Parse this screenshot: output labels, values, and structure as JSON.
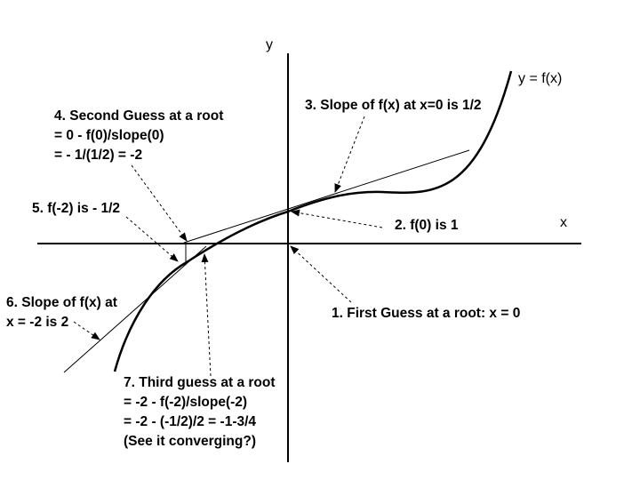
{
  "axes": {
    "x_label": "x",
    "y_label": "y",
    "curve_label": "y = f(x)"
  },
  "annotations": {
    "step1": "1. First Guess at a root:  x = 0",
    "step2": "2. f(0) is 1",
    "step3": "3. Slope of f(x) at x=0 is 1/2",
    "step4": [
      "4. Second Guess at a root",
      "= 0 - f(0)/slope(0)",
      "= - 1/(1/2) = -2"
    ],
    "step5": "5. f(-2) is - 1/2",
    "step6": [
      "6. Slope of f(x) at",
      "x = -2 is 2"
    ],
    "step7": [
      "7. Third guess at a root",
      "= -2 - f(-2)/slope(-2)",
      "= -2 - (-1/2)/2 = -1-3/4",
      "(See it converging?)"
    ]
  }
}
